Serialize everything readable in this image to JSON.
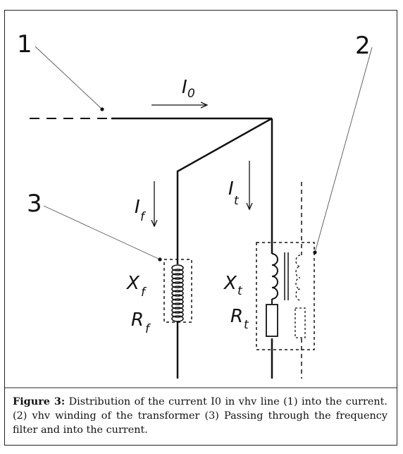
{
  "figure": {
    "labels": {
      "one": "1",
      "two": "2",
      "three": "3",
      "i0_main": "I",
      "i0_sub": "0",
      "if_main": "I",
      "if_sub": "f",
      "it_main": "I",
      "it_sub": "t",
      "xf_main": "X",
      "xf_sub": "f",
      "rf_main": "R",
      "rf_sub": "f",
      "xt_main": "X",
      "xt_sub": "t",
      "rt_main": "R",
      "rt_sub": "t"
    },
    "caption": {
      "label": "Figure 3:",
      "text": " Distribution of the current I0 in vhv line (1) into the current. (2) vhv winding of the transformer (3) Passing through the frequency filter and into the current."
    }
  }
}
